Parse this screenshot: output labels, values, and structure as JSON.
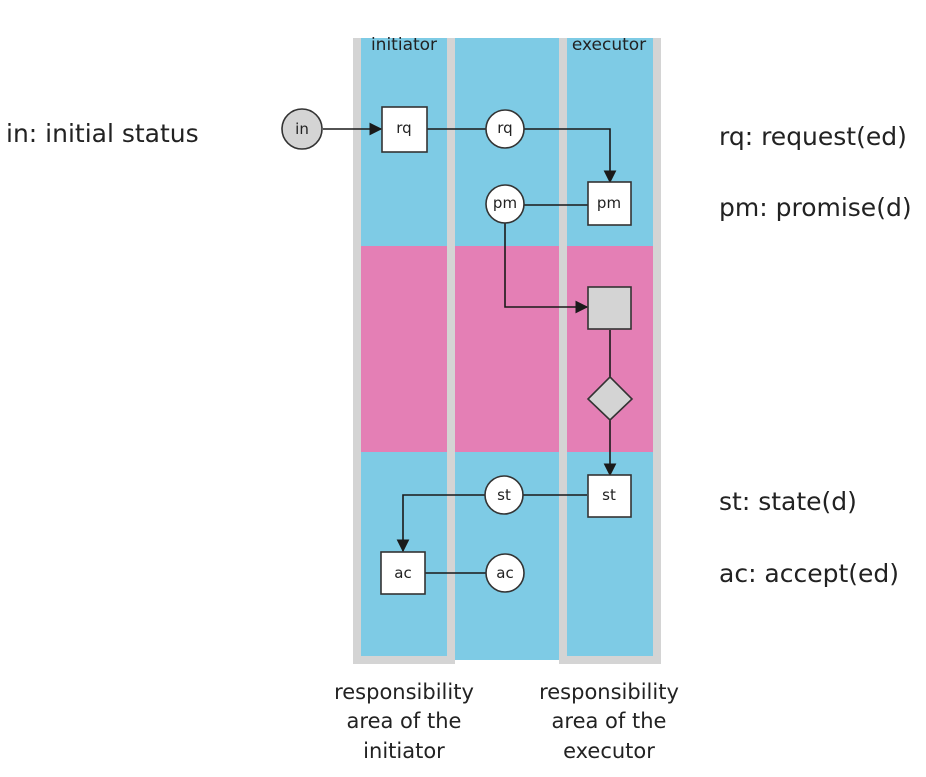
{
  "lanes": {
    "initiator_label": "initiator",
    "executor_label": "executor"
  },
  "nodes": {
    "in": "in",
    "rq_act": "rq",
    "rq_fact": "rq",
    "pm_fact": "pm",
    "pm_act": "pm",
    "st_fact": "st",
    "st_act": "st",
    "ac_act": "ac",
    "ac_fact": "ac"
  },
  "legend": {
    "in": "in: initial status",
    "rq": "rq: request(ed)",
    "pm": "pm: promise(d)",
    "st": "st: state(d)",
    "ac": "ac: accept(ed)"
  },
  "captions": {
    "initiator": [
      "responsibility",
      "area of the",
      "initiator"
    ],
    "executor": [
      "responsibility",
      "area of the",
      "executor"
    ]
  },
  "colors": {
    "lane_blue": "#7ecbe5",
    "band_pink": "#e47fb5",
    "lane_border": "#d4d4d4",
    "node_grey": "#d4d4d4"
  }
}
